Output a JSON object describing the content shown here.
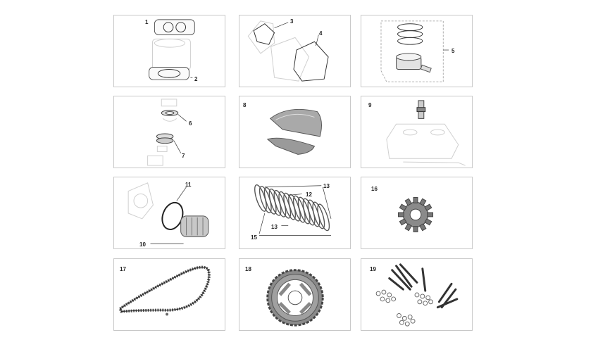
{
  "panels": [
    {
      "name": "cylinder-gaskets",
      "labels": [
        "1",
        "2"
      ]
    },
    {
      "name": "crankcase-gaskets",
      "labels": [
        "3",
        "4"
      ]
    },
    {
      "name": "piston-kit",
      "labels": [
        "5"
      ]
    },
    {
      "name": "bearings",
      "labels": [
        "6",
        "7"
      ]
    },
    {
      "name": "air-filter",
      "labels": [
        "8"
      ]
    },
    {
      "name": "spark-plug",
      "labels": [
        "9"
      ]
    },
    {
      "name": "oil-filter",
      "labels": [
        "11",
        "10"
      ]
    },
    {
      "name": "clutch-plates",
      "labels": [
        "13",
        "12",
        "13",
        "15"
      ]
    },
    {
      "name": "front-sprocket",
      "labels": [
        "16"
      ]
    },
    {
      "name": "drive-chain",
      "labels": [
        "17"
      ]
    },
    {
      "name": "rear-sprocket",
      "labels": [
        "18"
      ]
    },
    {
      "name": "bolts-washers",
      "labels": [
        "19"
      ]
    }
  ]
}
